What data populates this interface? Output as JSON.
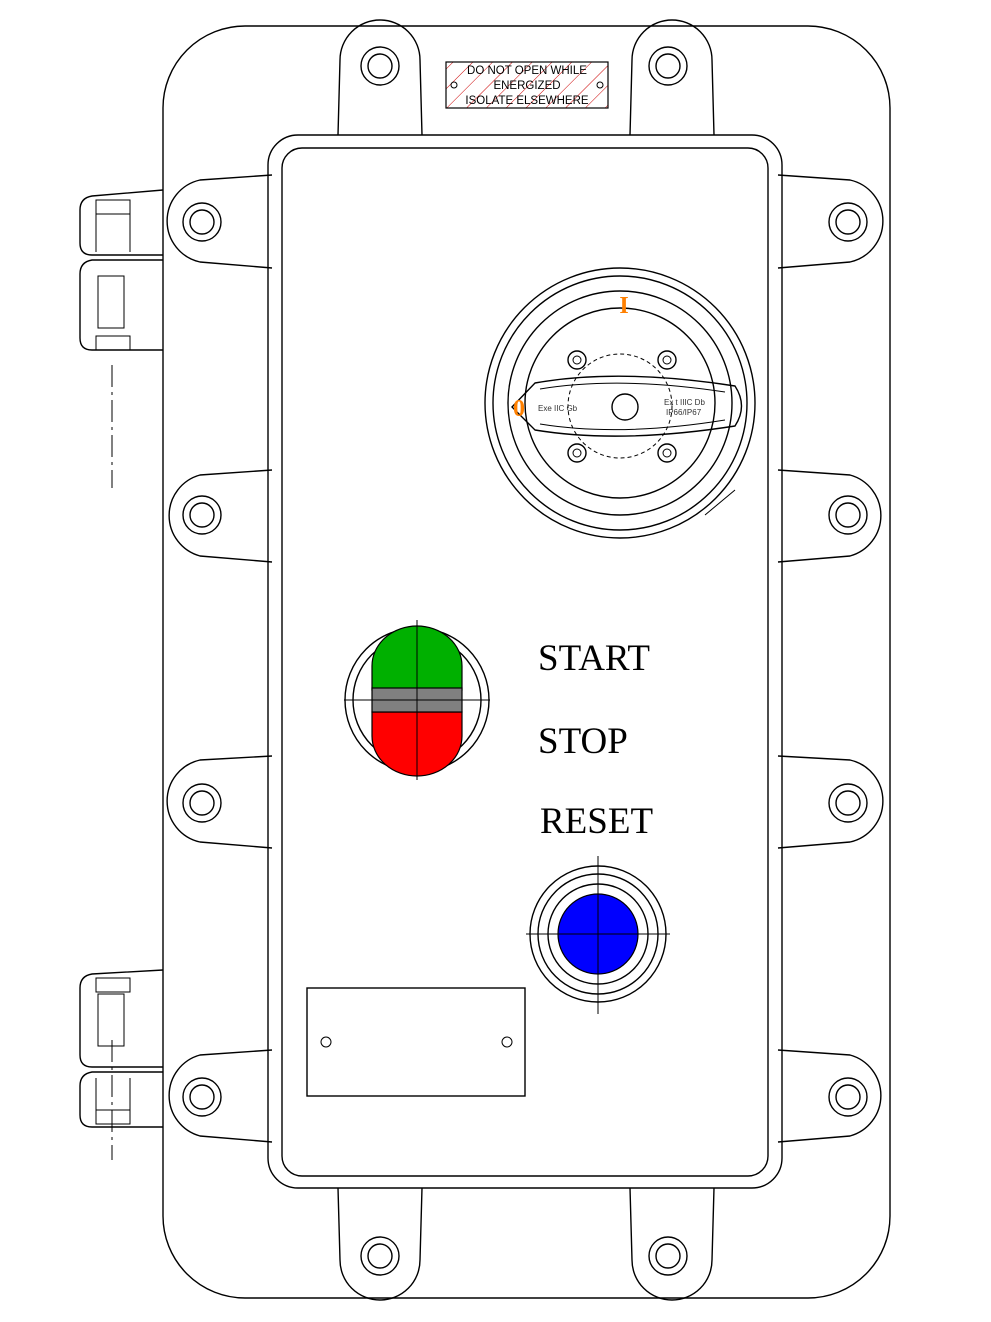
{
  "warning_plate": {
    "lines": [
      "DO NOT OPEN WHILE",
      "ENERGIZED",
      "ISOLATE ELSEWHERE"
    ],
    "stripe_color": "#cc0000"
  },
  "rotary_switch": {
    "on_mark": "I",
    "off_mark": "0",
    "mark_color": "#ff8000",
    "text_left": "Exe IIC Gb",
    "text_right_line1": "Ex t IIIC Db",
    "text_right_line2": "IP66/IP67"
  },
  "labels": {
    "start": "START",
    "stop": "STOP",
    "reset": "RESET"
  },
  "colors": {
    "start_button": "#00b000",
    "stop_button": "#ff0000",
    "separator_bar": "#808080",
    "reset_button": "#0000ff"
  },
  "icons": {
    "start_stop_button": "twin-pushbutton-icon",
    "reset_button": "pushbutton-icon",
    "rotary_switch": "rotary-isolator-icon"
  }
}
